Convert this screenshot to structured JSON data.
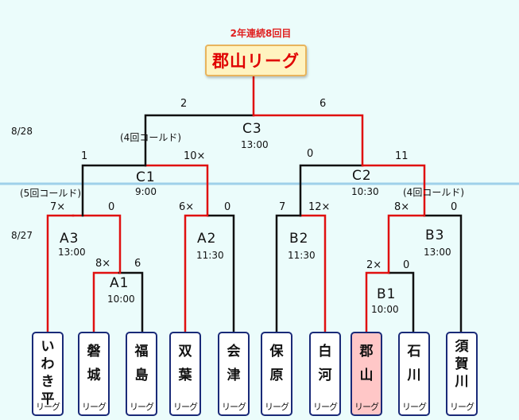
{
  "title": {
    "subtitle": "2年連続8回目",
    "champion": "郡山リーグ"
  },
  "dates": {
    "day1": "8/27",
    "day2": "8/28"
  },
  "games": {
    "C3": {
      "code": "C3",
      "time": "13:00",
      "left_score": "2",
      "right_score": "6"
    },
    "C1": {
      "code": "C1",
      "time": "9:00",
      "left_score": "1",
      "right_score": "10×",
      "note": "(4回コールド)"
    },
    "C2": {
      "code": "C2",
      "time": "10:30",
      "left_score": "0",
      "right_score": "11",
      "note": "(4回コールド)"
    },
    "A3": {
      "code": "A3",
      "time": "13:00",
      "left_score": "7×",
      "right_score": "0",
      "note": "(5回コールド)"
    },
    "A2": {
      "code": "A2",
      "time": "11:30",
      "left_score": "6×",
      "right_score": "0"
    },
    "B2": {
      "code": "B2",
      "time": "11:30",
      "left_score": "7",
      "right_score": "12×"
    },
    "B3": {
      "code": "B3",
      "time": "13:00",
      "left_score": "8×",
      "right_score": "0"
    },
    "A1": {
      "code": "A1",
      "time": "10:00",
      "left_score": "8×",
      "right_score": "6"
    },
    "B1": {
      "code": "B1",
      "time": "10:00",
      "left_score": "2×",
      "right_score": "0"
    }
  },
  "teams": [
    {
      "name": "いわき平",
      "league": "リーグ"
    },
    {
      "name": "磐城",
      "league": "リーグ"
    },
    {
      "name": "福島",
      "league": "リーグ"
    },
    {
      "name": "双葉",
      "league": "リーグ"
    },
    {
      "name": "会津",
      "league": "リーグ"
    },
    {
      "name": "保原",
      "league": "リーグ"
    },
    {
      "name": "白河",
      "league": "リーグ"
    },
    {
      "name": "郡山",
      "league": "リーグ"
    },
    {
      "name": "石川",
      "league": "リーグ"
    },
    {
      "name": "須賀川",
      "league": "リーグ"
    }
  ],
  "colors": {
    "winner": "#e01010",
    "loser": "#111111",
    "divider": "#9fd0ea",
    "team_border": "#1a2a78",
    "host_fill": "#ffc7c7"
  }
}
